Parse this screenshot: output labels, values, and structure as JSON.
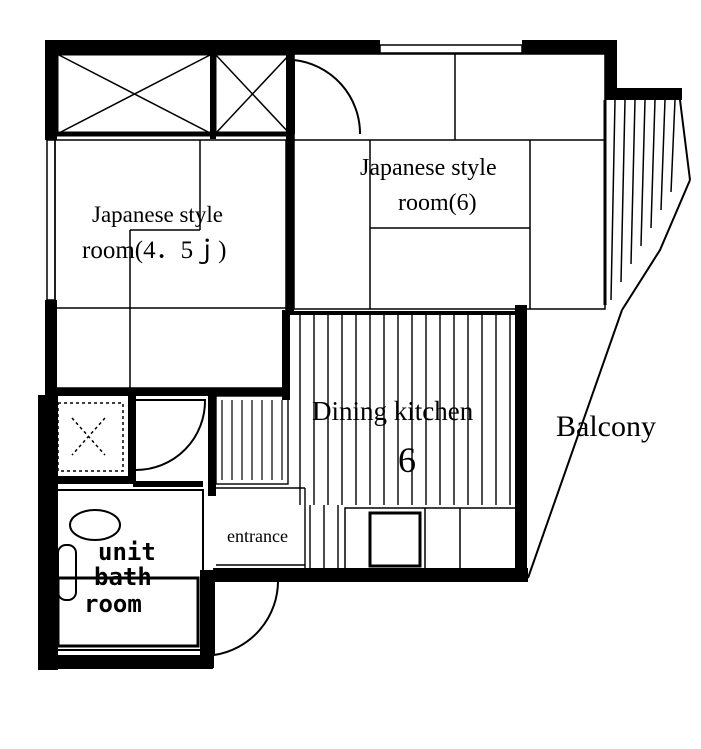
{
  "rooms": {
    "japanese_45": {
      "line1": "Japanese style",
      "line2": "room(4．5ｊ)"
    },
    "japanese_6": {
      "line1": "Japanese style",
      "line2": "room(6)"
    },
    "dining_kitchen": {
      "line1": "Dining kitchen",
      "size": "6"
    },
    "balcony": {
      "label": "Balcony"
    },
    "entrance": {
      "label": "entrance"
    },
    "unit_bath": {
      "line1": "unit",
      "line2": "bath",
      "line3": "room"
    }
  },
  "colors": {
    "wall": "#000000",
    "line": "#000000",
    "background": "#ffffff"
  }
}
